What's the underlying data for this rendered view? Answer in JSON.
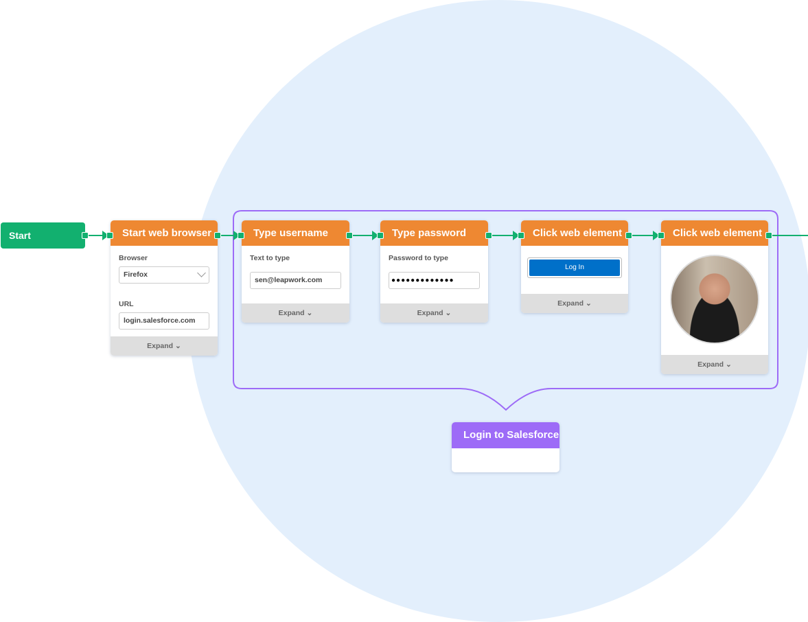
{
  "colors": {
    "accent": "#ee8832",
    "start": "#12b06f",
    "group": "#9d6bf7",
    "login_button": "#0070c9",
    "background_circle": "#e3effc"
  },
  "start": {
    "label": "Start"
  },
  "nodes": [
    {
      "title": "Start web browser",
      "browser_label": "Browser",
      "browser_value": "Firefox",
      "url_label": "URL",
      "url_value": "login.salesforce.com",
      "expand": "Expand"
    },
    {
      "title": "Type username",
      "field_label": "Text to type",
      "field_value": "sen@leapwork.com",
      "expand": "Expand"
    },
    {
      "title": "Type password",
      "field_label": "Password to type",
      "field_value": "●●●●●●●●●●●●●",
      "expand": "Expand"
    },
    {
      "title": "Click web element",
      "button_label": "Log In",
      "expand": "Expand"
    },
    {
      "title": "Click web element",
      "image": "profile-photo",
      "expand": "Expand"
    }
  ],
  "group": {
    "title": "Login to Salesforce"
  }
}
